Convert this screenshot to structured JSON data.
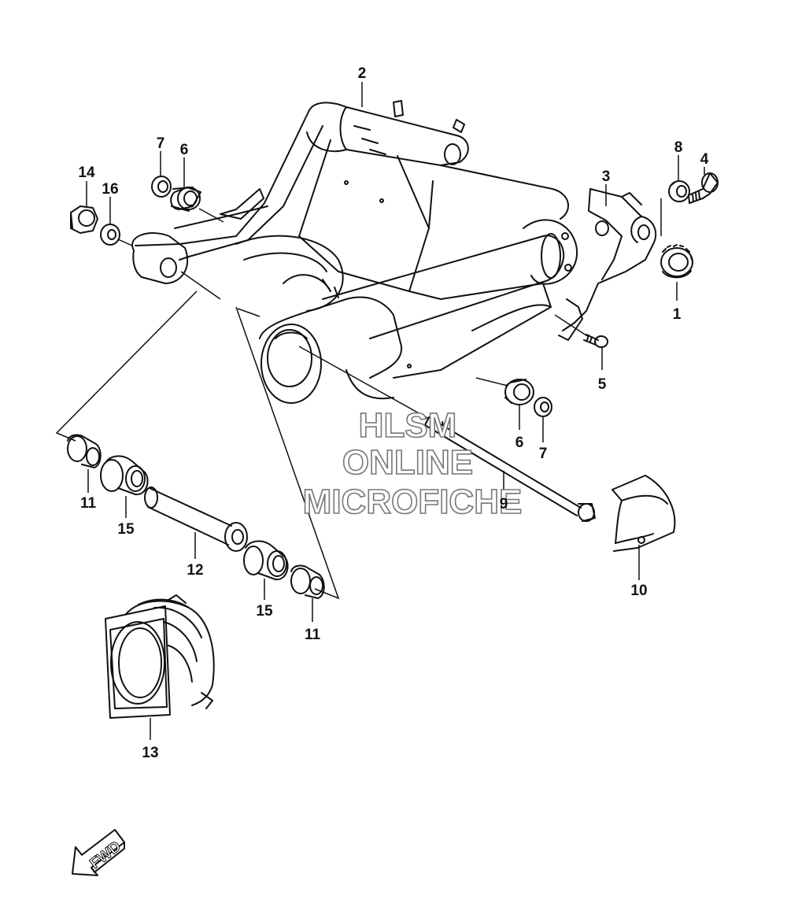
{
  "callouts": [
    {
      "id": "c1",
      "label": "1"
    },
    {
      "id": "c2",
      "label": "2"
    },
    {
      "id": "c3",
      "label": "3"
    },
    {
      "id": "c4",
      "label": "4"
    },
    {
      "id": "c5",
      "label": "5"
    },
    {
      "id": "c6a",
      "label": "6"
    },
    {
      "id": "c6b",
      "label": "6"
    },
    {
      "id": "c7a",
      "label": "7"
    },
    {
      "id": "c7b",
      "label": "7"
    },
    {
      "id": "c8",
      "label": "8"
    },
    {
      "id": "c9",
      "label": "9"
    },
    {
      "id": "c10",
      "label": "10"
    },
    {
      "id": "c11a",
      "label": "11"
    },
    {
      "id": "c11b",
      "label": "11"
    },
    {
      "id": "c12",
      "label": "12"
    },
    {
      "id": "c13",
      "label": "13"
    },
    {
      "id": "c14",
      "label": "14"
    },
    {
      "id": "c15a",
      "label": "15"
    },
    {
      "id": "c15b",
      "label": "15"
    },
    {
      "id": "c16",
      "label": "16"
    }
  ],
  "watermark": {
    "line1": "HLSM",
    "line2": "ONLINE",
    "line3": "MICROFICHE"
  },
  "fwd": {
    "label": "FWD"
  },
  "colors": {
    "line": "#111111",
    "watermark_stroke": "#777777"
  }
}
